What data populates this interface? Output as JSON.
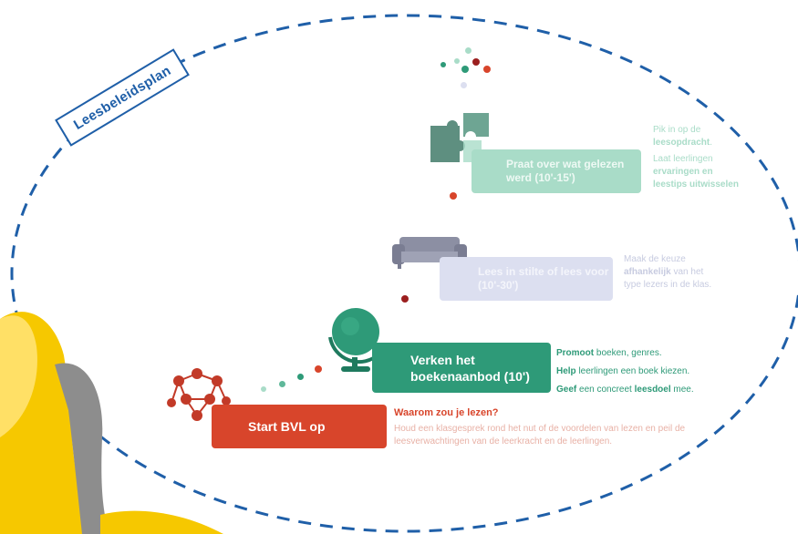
{
  "title": "Leesbeleidsplan",
  "steps": [
    {
      "label": "Start BVL op",
      "color": "#d8452b"
    },
    {
      "label": "Verken het boekenaanbod (10')",
      "color": "#2e9a78"
    },
    {
      "label": "Lees in stilte of lees voor (10'-30')",
      "color": "#dcdff0"
    },
    {
      "label": "Praat over wat gelezen werd (10'-15')",
      "color": "#a9dcc8"
    }
  ],
  "step1_desc": {
    "heading": "Waarom zou je lezen?",
    "body": "Houd een klasgesprek rond het nut of de voordelen van lezen en peil de leesverwachtingen van de leerkracht en de leerlingen."
  },
  "step2_desc": {
    "line1_bold": "Promoot",
    "line1_rest": " boeken, genres.",
    "line2_bold": "Help",
    "line2_rest": " leerlingen een boek kiezen.",
    "line3_bold": "Geef",
    "line3_rest": " een concreet ",
    "line3_bold2": "leesdoel",
    "line3_end": " mee."
  },
  "step3_desc": {
    "pre": "Maak de keuze ",
    "bold": "afhankelijk",
    "post": " van het type lezers in de klas."
  },
  "step4_desc": {
    "p1_pre": "Pik in op de ",
    "p1_bold": "leesopdracht",
    "p1_post": ".",
    "p2_pre": "Laat leerlingen ",
    "p2_bold": "ervaringen en leestips uitwisselen"
  },
  "icons": [
    "network-people-icon",
    "globe-icon",
    "sofa-icon",
    "puzzle-icon"
  ],
  "colors": {
    "border": "#1f5fa8",
    "red": "#d8452b",
    "green": "#2e9a78",
    "lavender": "#dcdff0",
    "mint": "#a9dcc8",
    "yellow": "#f6c800"
  }
}
